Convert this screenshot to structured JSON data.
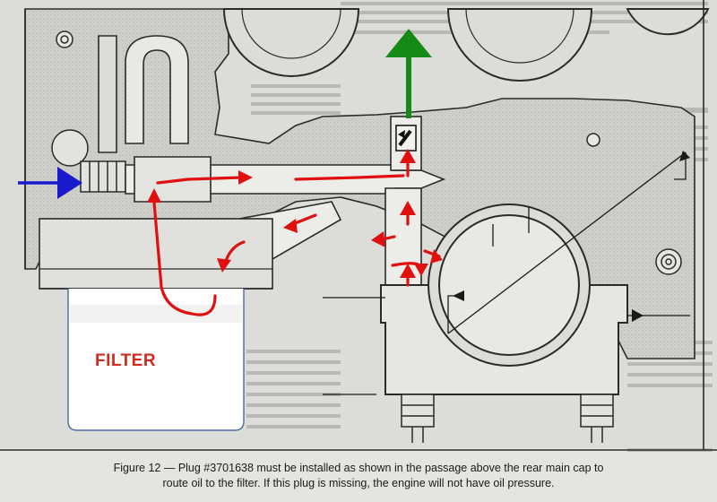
{
  "figure": {
    "filter_label": "FILTER",
    "caption_line1": "Figure 12 — Plug #3701638 must be installed as shown in the passage above the rear main cap to",
    "caption_line2": "route oil to the filter. If this plug is missing, the engine will not have oil pressure."
  },
  "colors": {
    "flow_arrow": "#e01010",
    "inlet_arrow": "#1a1acc",
    "outlet_arrow": "#168a16",
    "line": "#2a2a2a"
  }
}
